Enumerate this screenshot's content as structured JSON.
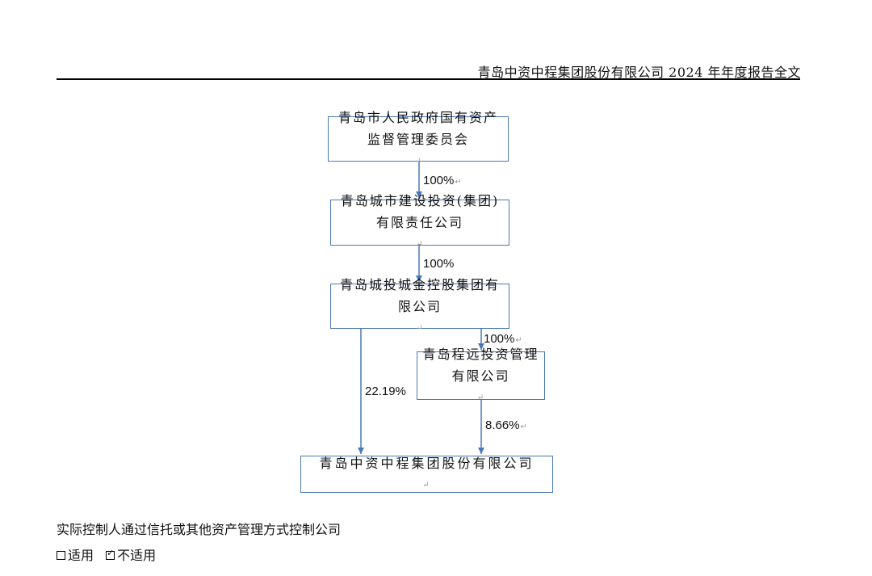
{
  "header": {
    "title": "青岛中资中程集团股份有限公司 2024 年年度报告全文"
  },
  "chart": {
    "boxes": {
      "sasac": {
        "line1": "青岛市人民政府国有资产",
        "line2": "监督管理委员会"
      },
      "urban": {
        "line1": "青岛城市建设投资(集团)",
        "line2": "有限责任公司"
      },
      "jinkong": {
        "line1": "青岛城投城金控股集团有",
        "line2": "限公司"
      },
      "chengyuan": {
        "line1": "青岛程远投资管理",
        "line2": "有限公司"
      },
      "company": {
        "line1": "青岛中资中程集团股份有限公司"
      }
    },
    "edges": {
      "sasac_to_urban": "100%",
      "urban_to_jinkong": "100%",
      "jinkong_to_chengyuan": "100%",
      "jinkong_to_company": "22.19%",
      "chengyuan_to_company": "8.66%"
    }
  },
  "trust": {
    "caption": "实际控制人通过信托或其他资产管理方式控制公司",
    "option_applicable": "适用",
    "option_not_applicable": "不适用",
    "selected": "不适用"
  }
}
